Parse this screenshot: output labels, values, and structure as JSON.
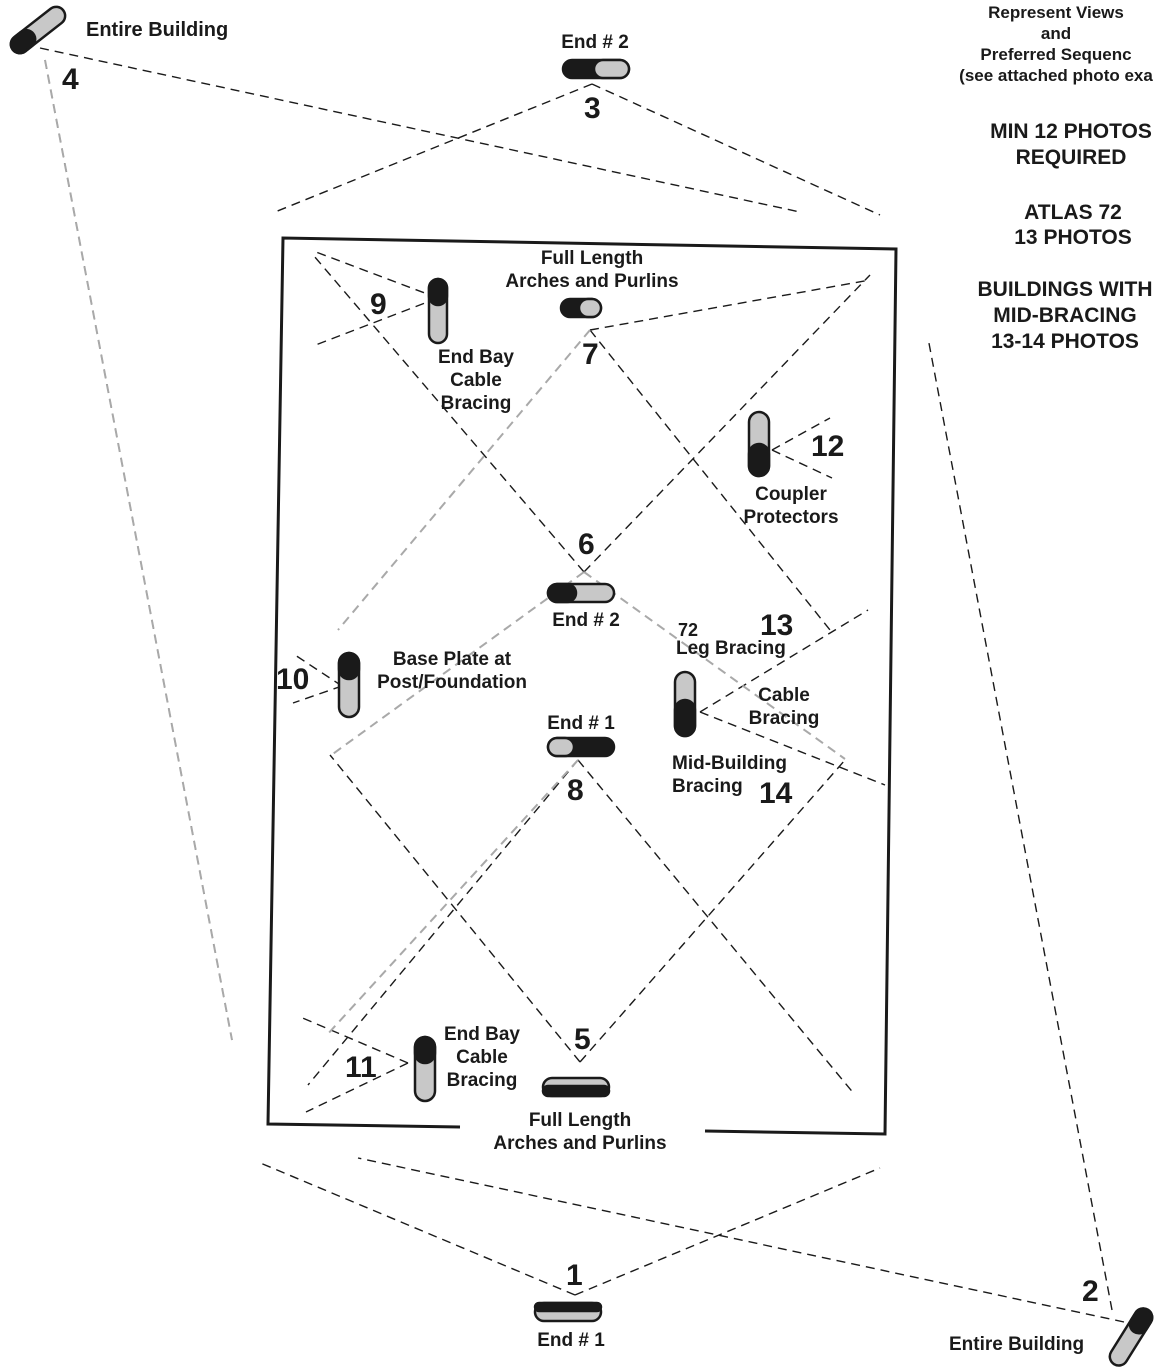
{
  "notes": {
    "views_lines": [
      "Represent Views",
      "and",
      "Preferred Sequenc",
      "(see attached photo exa"
    ],
    "min_photos_lines": [
      "MIN 12 PHOTOS",
      "REQUIRED"
    ],
    "atlas_lines": [
      "ATLAS 72",
      "13 PHOTOS"
    ],
    "mid_bracing_lines": [
      "BUILDINGS WITH",
      "MID-BRACING",
      "13-14 PHOTOS"
    ]
  },
  "shots": {
    "s1": {
      "number": "1",
      "label": "End # 1"
    },
    "s2": {
      "number": "2",
      "label": "Entire Building"
    },
    "s3": {
      "number": "3",
      "label": "End # 2"
    },
    "s4": {
      "number": "4",
      "label": "Entire Building"
    },
    "s5": {
      "number": "5",
      "label_lines": [
        "Full Length",
        "Arches and Purlins"
      ]
    },
    "s6": {
      "number": "6",
      "label": "End # 2"
    },
    "s7": {
      "number": "7",
      "label_lines": [
        "Full Length",
        "Arches and Purlins"
      ]
    },
    "s8": {
      "number": "8",
      "label": "End # 1"
    },
    "s9": {
      "number": "9",
      "label_lines": [
        "End Bay",
        "Cable",
        "Bracing"
      ]
    },
    "s10": {
      "number": "10",
      "label_lines": [
        "Base Plate at",
        "Post/Foundation"
      ]
    },
    "s11": {
      "number": "11",
      "label_lines": [
        "End Bay",
        "Cable",
        "Bracing"
      ]
    },
    "s12": {
      "number": "12",
      "label_lines": [
        "Coupler",
        "Protectors"
      ]
    },
    "s13": {
      "number": "13",
      "prefix": "72",
      "label": "Leg Bracing"
    },
    "s14": {
      "number": "14",
      "label_lines": [
        "Cable",
        "Bracing"
      ],
      "label2_lines": [
        "Mid-Building",
        "Bracing"
      ]
    }
  },
  "colors": {
    "ink": "#1a1a1a",
    "dash_gray": "#a9a9a9",
    "camera_fill": "#c8c8c8"
  }
}
